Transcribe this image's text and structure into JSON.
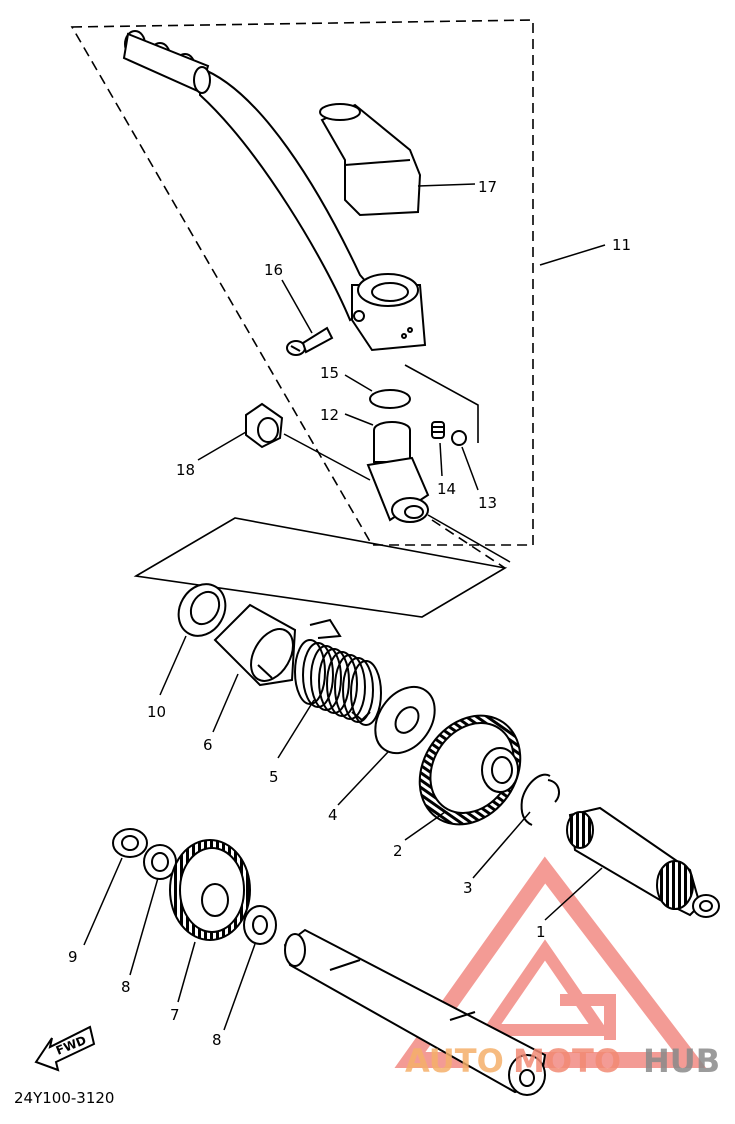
{
  "diagram": {
    "callouts": [
      "1",
      "2",
      "3",
      "4",
      "5",
      "6",
      "7",
      "8",
      "8",
      "9",
      "10",
      "11",
      "12",
      "13",
      "14",
      "15",
      "16",
      "17",
      "18"
    ],
    "fwd_label": "FWD",
    "part_code": "24Y100-3120"
  },
  "watermark": {
    "part1": "AUTO",
    "part2": "MOTO",
    "part3": "HUB",
    "colors": {
      "auto": "#f5b06a",
      "moto": "#f28a74",
      "hub": "#8a8a8a",
      "triangle": "#f07a72"
    }
  }
}
